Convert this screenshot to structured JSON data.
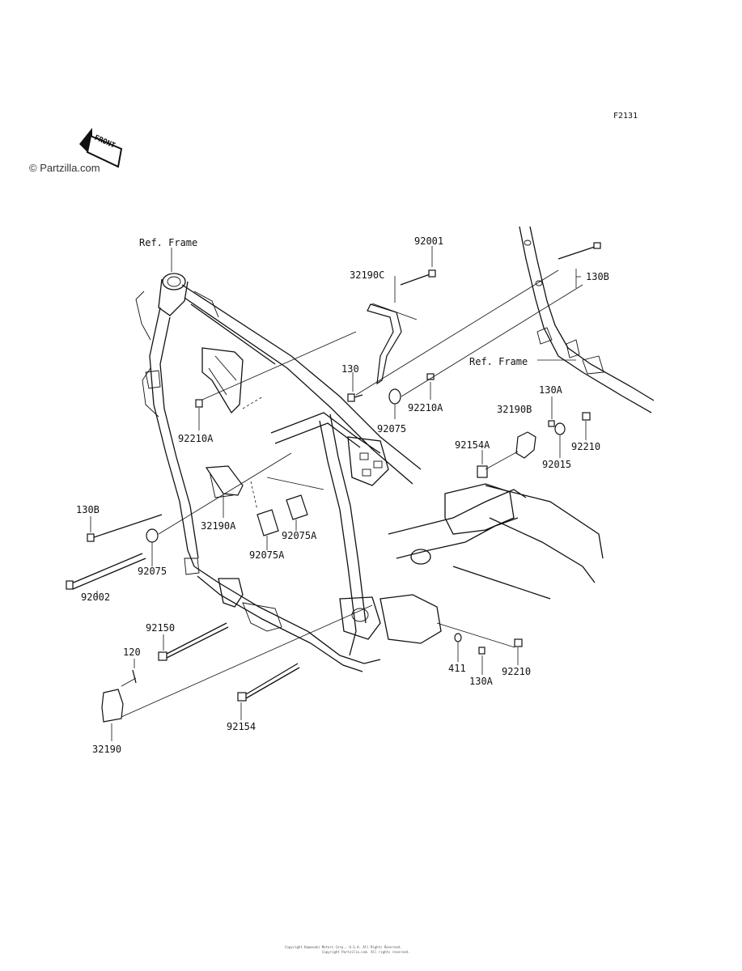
{
  "figure_code": "F2131",
  "watermark": "© Partzilla.com",
  "front_arrow": {
    "label": "FRONT"
  },
  "ref_frame_labels": [
    "Ref. Frame",
    "Ref. Frame"
  ],
  "part_callouts": [
    "92001",
    "32190C",
    "130B",
    "130",
    "92210A",
    "92210A",
    "92075",
    "32190B",
    "130A",
    "92210",
    "92154A",
    "92015",
    "130B",
    "32190A",
    "92075A",
    "92075A",
    "92075",
    "92002",
    "92150",
    "120",
    "32190",
    "92154",
    "411",
    "130A",
    "92210"
  ],
  "footer_copyright": [
    "Copyright Kawasaki Motors Corp., U.S.A. All Rights Reserved.",
    "Copyright Partzilla.com. All rights reserved."
  ]
}
